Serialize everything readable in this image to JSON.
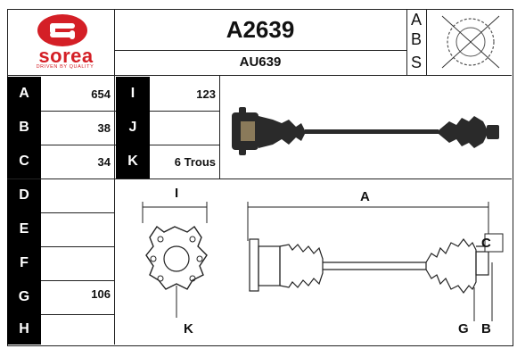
{
  "brand": {
    "name": "sorea",
    "tagline": "DRIVEN BY QUALITY",
    "color": "#d41f26"
  },
  "header": {
    "reference": "A2639",
    "alt_reference": "AU639",
    "abs_letters": [
      "A",
      "B",
      "S"
    ]
  },
  "specs_left": [
    {
      "label": "A",
      "value": "654"
    },
    {
      "label": "B",
      "value": "38"
    },
    {
      "label": "C",
      "value": "34"
    },
    {
      "label": "D",
      "value": ""
    },
    {
      "label": "E",
      "value": ""
    },
    {
      "label": "F",
      "value": ""
    },
    {
      "label": "G",
      "value": "106"
    },
    {
      "label": "H",
      "value": ""
    }
  ],
  "specs_right": [
    {
      "label": "I",
      "value": "123"
    },
    {
      "label": "J",
      "value": ""
    },
    {
      "label": "K",
      "value": "6 Trous"
    }
  ],
  "diagram_labels": {
    "i": "I",
    "a": "A",
    "c": "C",
    "k": "K",
    "g": "G",
    "b": "B"
  },
  "icons": {
    "abs_ring": "abs-ring-crossed-icon",
    "shaft_photo": "drive-shaft-photo",
    "flange": "flange-6-hole-icon"
  }
}
